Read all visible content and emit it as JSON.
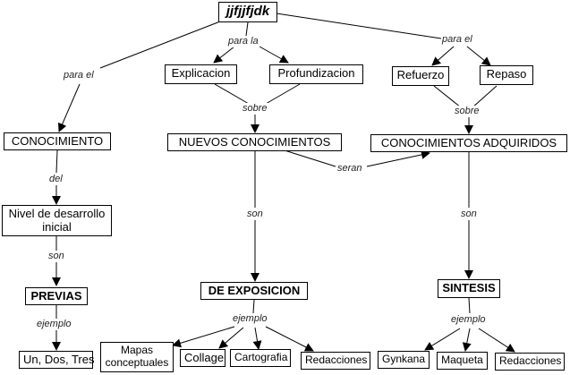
{
  "diagram": {
    "type": "concept-map",
    "nodes": {
      "root": "jjfjjfjdk",
      "explicacion": "Explicacion",
      "profundizacion": "Profundizacion",
      "refuerzo": "Refuerzo",
      "repaso": "Repaso",
      "conocimiento": "CONOCIMIENTO",
      "nuevos": "NUEVOS CONOCIMIENTOS",
      "adquiridos": "CONOCIMIENTOS ADQUIRIDOS",
      "nivel": "Nivel de desarrollo inicial",
      "previas": "PREVIAS",
      "exposicion": "DE EXPOSICION",
      "sintesis": "SINTESIS",
      "undostres": "Un, Dos, Tres",
      "mapas": "Mapas conceptuales",
      "collage": "Collage",
      "cartografia": "Cartografia",
      "redacciones1": "Redacciones",
      "gynkana": "Gynkana",
      "maqueta": "Maqueta",
      "redacciones2": "Redacciones"
    },
    "links": {
      "para_el_left": "para el",
      "para_la": "para la",
      "para_el_right": "para el",
      "sobre_mid": "sobre",
      "sobre_right": "sobre",
      "del": "del",
      "seran": "seran",
      "son_left": "son",
      "son_mid": "son",
      "son_right": "son",
      "ejemplo_left": "ejemplo",
      "ejemplo_mid": "ejemplo",
      "ejemplo_right": "ejemplo"
    }
  }
}
